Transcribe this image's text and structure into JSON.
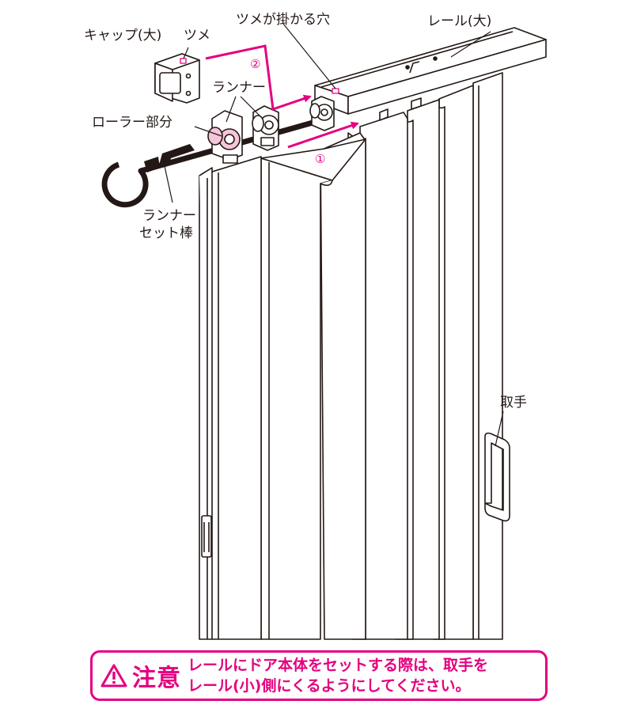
{
  "labels": {
    "cap": "キャップ(大)",
    "tsume": "ツメ",
    "hole": "ツメが掛かる穴",
    "rail": "レール(大)",
    "runner": "ランナー",
    "roller": "ローラー部分",
    "runner_rod_line1": "ランナー",
    "runner_rod_line2": "セット棒",
    "handle": "取手"
  },
  "steps": {
    "step1": "①",
    "step2": "②"
  },
  "caution": {
    "title": "注意",
    "line1": "レールにドア本体をセットする際は、取手を",
    "line2": "レール(小)側にくるようにしてください。"
  },
  "colors": {
    "accent": "#e4007f",
    "line": "#231815",
    "roller": "#f6c6d8",
    "panel": "#ffffff"
  },
  "icons": {
    "caution": "warning-triangle-icon"
  }
}
